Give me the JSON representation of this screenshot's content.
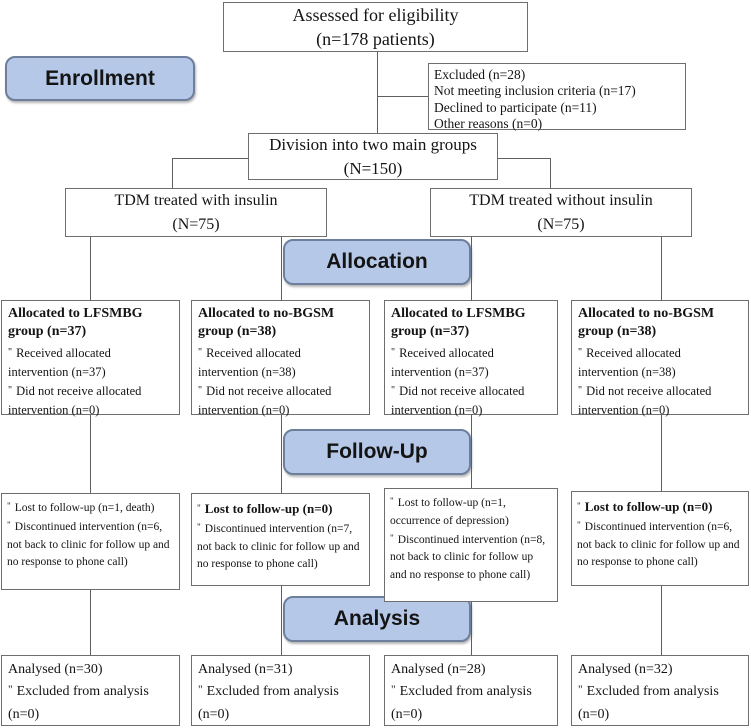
{
  "colors": {
    "phase_fill": "#b6c8e8",
    "phase_border": "#6d7f9c",
    "box_border": "#6e6e6e",
    "connector": "#5f5f5f"
  },
  "markers": {
    "item": "\""
  },
  "phases": {
    "enrollment": "Enrollment",
    "allocation": "Allocation",
    "followup": "Follow-Up",
    "analysis": "Analysis"
  },
  "eligibility": {
    "line1": "Assessed for eligibility",
    "line2": "(n=178 patients)"
  },
  "excluded": {
    "lines": [
      "Excluded (n=28)",
      "Not meeting inclusion criteria (n=17)",
      "Declined to participate (n=11)",
      "Other reasons (n=0)"
    ]
  },
  "division": {
    "line1": "Division into two main groups",
    "line2": "(N=150)"
  },
  "branches": {
    "left": {
      "line1": "TDM treated with insulin",
      "line2": "(N=75)"
    },
    "right": {
      "line1": "TDM treated without insulin",
      "line2": "(N=75)"
    }
  },
  "columns": [
    {
      "allocation": {
        "title": "Allocated to LFSMBG group (n=37)",
        "items": [
          "Received allocated intervention (n=37)",
          "Did not receive allocated intervention (n=0)"
        ]
      },
      "followup": {
        "items": [
          "Lost to follow-up (n=1, death)",
          "Discontinued intervention (n=6, not back to clinic for follow up and no response to phone call)"
        ]
      },
      "analysis": {
        "title": "Analysed (n=30)",
        "items": [
          "Excluded from analysis (n=0)"
        ]
      }
    },
    {
      "allocation": {
        "title": "Allocated to no-BGSM group (n=38)",
        "items": [
          "Received allocated intervention (n=38)",
          "Did not receive allocated intervention (n=0)"
        ]
      },
      "followup": {
        "items": [
          "Lost to follow-up (n=0)",
          "Discontinued intervention (n=7, not back to clinic for follow up and no response to phone call)"
        ]
      },
      "analysis": {
        "title": "Analysed (n=31)",
        "items": [
          "Excluded from analysis (n=0)"
        ]
      }
    },
    {
      "allocation": {
        "title": "Allocated to LFSMBG group (n=37)",
        "items": [
          "Received allocated intervention (n=37)",
          "Did not receive allocated intervention (n=0)"
        ]
      },
      "followup": {
        "items": [
          "Lost to follow-up (n=1, occurrence of depression)",
          "Discontinued intervention (n=8, not back to clinic for follow up and no response to phone call)"
        ]
      },
      "analysis": {
        "title": "Analysed (n=28)",
        "items": [
          "Excluded from analysis (n=0)"
        ]
      }
    },
    {
      "allocation": {
        "title": "Allocated to no-BGSM group (n=38)",
        "items": [
          "Received allocated intervention (n=38)",
          "Did not receive allocated intervention (n=0)"
        ]
      },
      "followup": {
        "items": [
          "Lost to follow-up (n=0)",
          "Discontinued intervention (n=6, not back to clinic for follow up and no response to phone call)"
        ]
      },
      "analysis": {
        "title": "Analysed (n=32)",
        "items": [
          "Excluded from analysis (n=0)"
        ]
      }
    }
  ]
}
